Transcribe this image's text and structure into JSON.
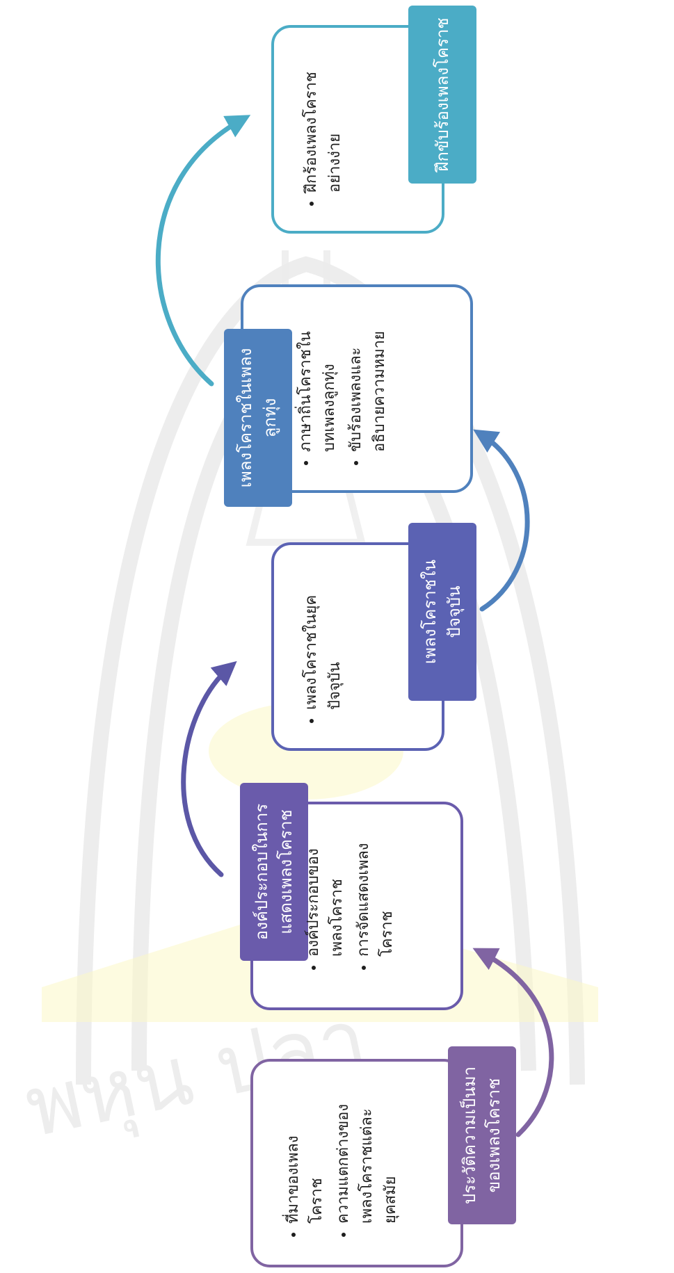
{
  "colors": {
    "stage1": "#8064a2",
    "stage2": "#6a5bab",
    "stage3": "#5b62b3",
    "stage4": "#4f81bd",
    "stage5": "#4bacc6",
    "text": "#1e1e1e"
  },
  "stages": [
    {
      "title": [
        "ประวัติความเป็นมา",
        "ของเพลงโคราช"
      ],
      "bullets": [
        [
          "ที่มาของเพลง",
          "โคราช"
        ],
        [
          "ความแตกต่างของ",
          "เพลงโคราชแต่ละ",
          "ยุคสมัย"
        ]
      ]
    },
    {
      "title": [
        "องค์ประกอบในการ",
        "แสดงเพลงโคราช"
      ],
      "bullets": [
        [
          "องค์ประกอบของ",
          "เพลงโคราช"
        ],
        [
          "การจัดแสดงเพลง",
          "โคราช"
        ]
      ]
    },
    {
      "title": [
        "เพลงโคราชใน",
        "ปัจจุบัน"
      ],
      "bullets": [
        [
          "เพลงโคราชในยุค",
          "ปัจจุบัน"
        ]
      ]
    },
    {
      "title": [
        "เพลงโคราชในเพลง",
        "ลูกทุ่ง"
      ],
      "bullets": [
        [
          "ภาษาถิ่นโคราชใน",
          "บทเพลงลูกทุ่ง"
        ],
        [
          "ขับร้องเพลงและ",
          "อธิบายความหมาย"
        ]
      ]
    },
    {
      "title": [
        "ฝึกขับร้องเพลงโคราช"
      ],
      "bullets": [
        [
          "ฝึกร้องเพลงโคราช",
          "อย่างง่าย"
        ]
      ]
    }
  ]
}
